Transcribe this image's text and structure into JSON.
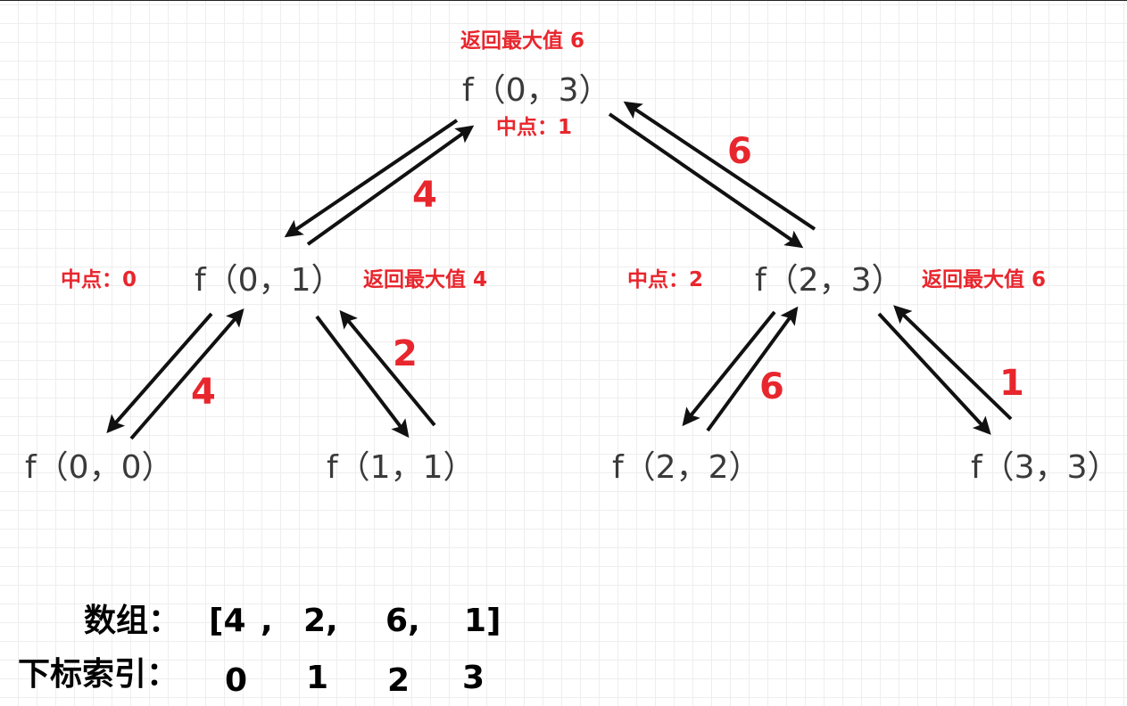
{
  "nodes": {
    "root": "f（0，3）",
    "n01": "f（0，1）",
    "n23": "f（2，3）",
    "n00": "f（0，0）",
    "n11": "f（1，1）",
    "n22": "f（2，2）",
    "n33": "f（3，3）"
  },
  "annotations": {
    "root_return": "返回最大值 6",
    "root_mid": "中点：1",
    "n01_mid": "中点：0",
    "n01_return": "返回最大值 4",
    "n23_mid": "中点：2",
    "n23_return": "返回最大值 6"
  },
  "edge_values": {
    "n01_to_root": "4",
    "n23_to_root": "6",
    "n00_to_n01": "4",
    "n11_to_n01": "2",
    "n22_to_n23": "6",
    "n33_to_n23": "1"
  },
  "array": {
    "label": "数组：",
    "values": [
      "[4",
      ",",
      "2,",
      "6,",
      "1]"
    ],
    "index_label": "下标索引：",
    "indices": [
      "0",
      "1",
      "2",
      "3"
    ]
  },
  "colors": {
    "accent": "#e8262d",
    "node_text": "#3a3a3a"
  }
}
